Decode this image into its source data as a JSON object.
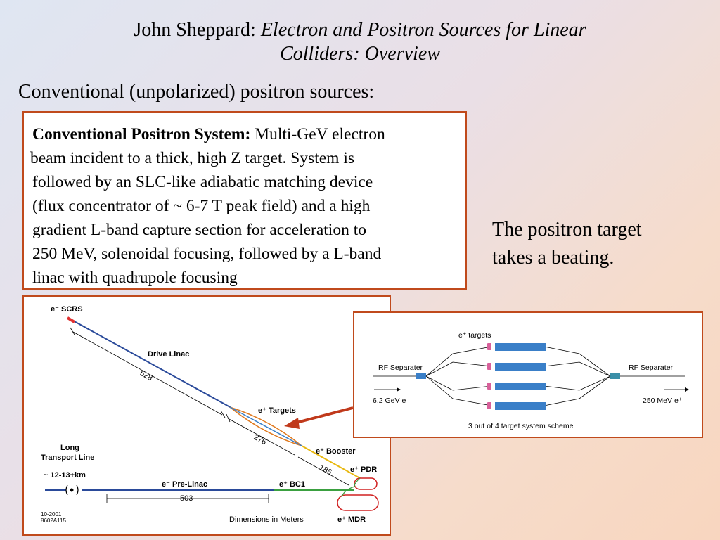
{
  "slide": {
    "title_author": "John Sheppard: ",
    "title_italic_1": "Electron and Positron Sources for Linear",
    "title_italic_2": "Colliders: Overview",
    "subtitle": "Conventional (unpolarized) positron sources:"
  },
  "textbox": {
    "heading": "Conventional Positron System:",
    "line1_rest": " Multi-GeV electron",
    "line2": "beam  incident to a thick, high Z target. System is",
    "line3": "followed by an SLC-like adiabatic matching device",
    "line4": "(flux concentrator of ~ 6-7 T peak field) and a high",
    "line5": "gradient L-band capture section for acceleration to",
    "line6": "250 MeV, solenoidal focusing, followed by a L-band",
    "line7": "linac with quadrupole focusing"
  },
  "side_note": {
    "line1": "The positron target",
    "line2": "takes a beating."
  },
  "layout_diagram": {
    "scrs": "e⁻ SCRS",
    "drive_linac": "Drive Linac",
    "dim_528": "528",
    "targets": "e⁺ Targets",
    "dim_276": "276",
    "booster": "e⁺ Booster",
    "dim_186": "186",
    "pdr": "e⁺ PDR",
    "long_transport_1": "Long",
    "long_transport_2": "Transport Line",
    "distance": "~ 12-13+km",
    "pre_linac": "e⁻ Pre-Linac",
    "bc1": "e⁺ BC1",
    "dim_503": "503",
    "date_code_1": "10-2001",
    "date_code_2": "8602A115",
    "dimensions_note": "Dimensions in Meters",
    "mdr": "e⁺ MDR"
  },
  "target_scheme": {
    "targets_label": "e⁺ targets",
    "rf_left": "RF Separater",
    "rf_right": "RF Separater",
    "energy_in": "6.2 GeV  e⁻",
    "energy_out": "250 MeV  e⁺",
    "caption": "3 out of 4 target system scheme"
  },
  "colors": {
    "border": "#c04a1c",
    "arrow": "#c0391b",
    "linac_blue": "#2a4a9a",
    "target_orange": "#e07a20",
    "booster_yellow": "#e8b810",
    "bc1_green": "#3aa040",
    "ring_red": "#d02020",
    "block_blue": "#3a7fc8",
    "target_magenta": "#d8609a"
  }
}
